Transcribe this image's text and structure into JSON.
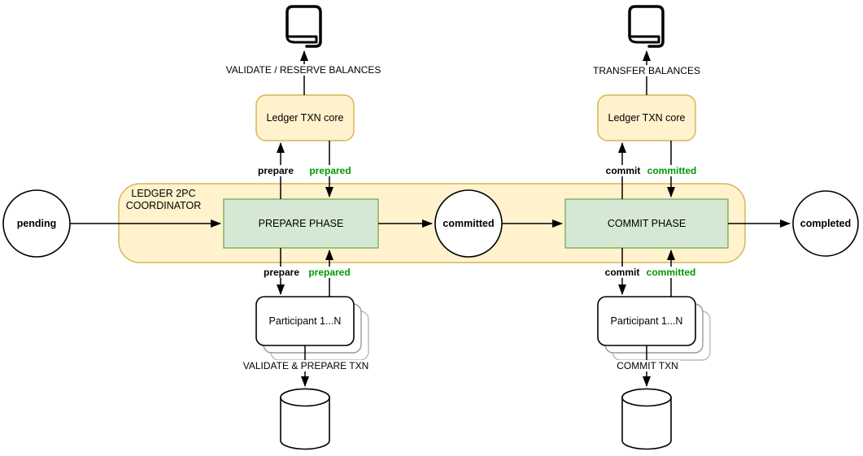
{
  "colors": {
    "node-yellow-fill": "#FFF2CC",
    "node-yellow-stroke": "#D6B656",
    "phase-green-fill": "#D5E8D4",
    "phase-green-stroke": "#82B366",
    "ack-green": "#009900",
    "line-black": "#000000",
    "shadow-gray-1": "#999999",
    "shadow-gray-2": "#BBBBBB"
  },
  "diagram": {
    "states": {
      "pending": "pending",
      "committed": "committed",
      "completed": "completed"
    },
    "coordinator": {
      "title_line1": "LEDGER 2PC",
      "title_line2": "COORDINATOR",
      "prepare_phase": "PREPARE PHASE",
      "commit_phase": "COMMIT PHASE"
    },
    "prepare_branch": {
      "ledger_core_label": "Ledger TXN core",
      "book_caption": "VALIDATE / RESERVE BALANCES",
      "request_top": "prepare",
      "response_top": "prepared",
      "request_bottom": "prepare",
      "response_bottom": "prepared",
      "participant_label": "Participant 1...N",
      "db_caption": "VALIDATE & PREPARE TXN"
    },
    "commit_branch": {
      "ledger_core_label": "Ledger TXN core",
      "book_caption": "TRANSFER BALANCES",
      "request_top": "commit",
      "response_top": "committed",
      "request_bottom": "commit",
      "response_bottom": "committed",
      "participant_label": "Participant 1...N",
      "db_caption": "COMMIT TXN"
    }
  }
}
